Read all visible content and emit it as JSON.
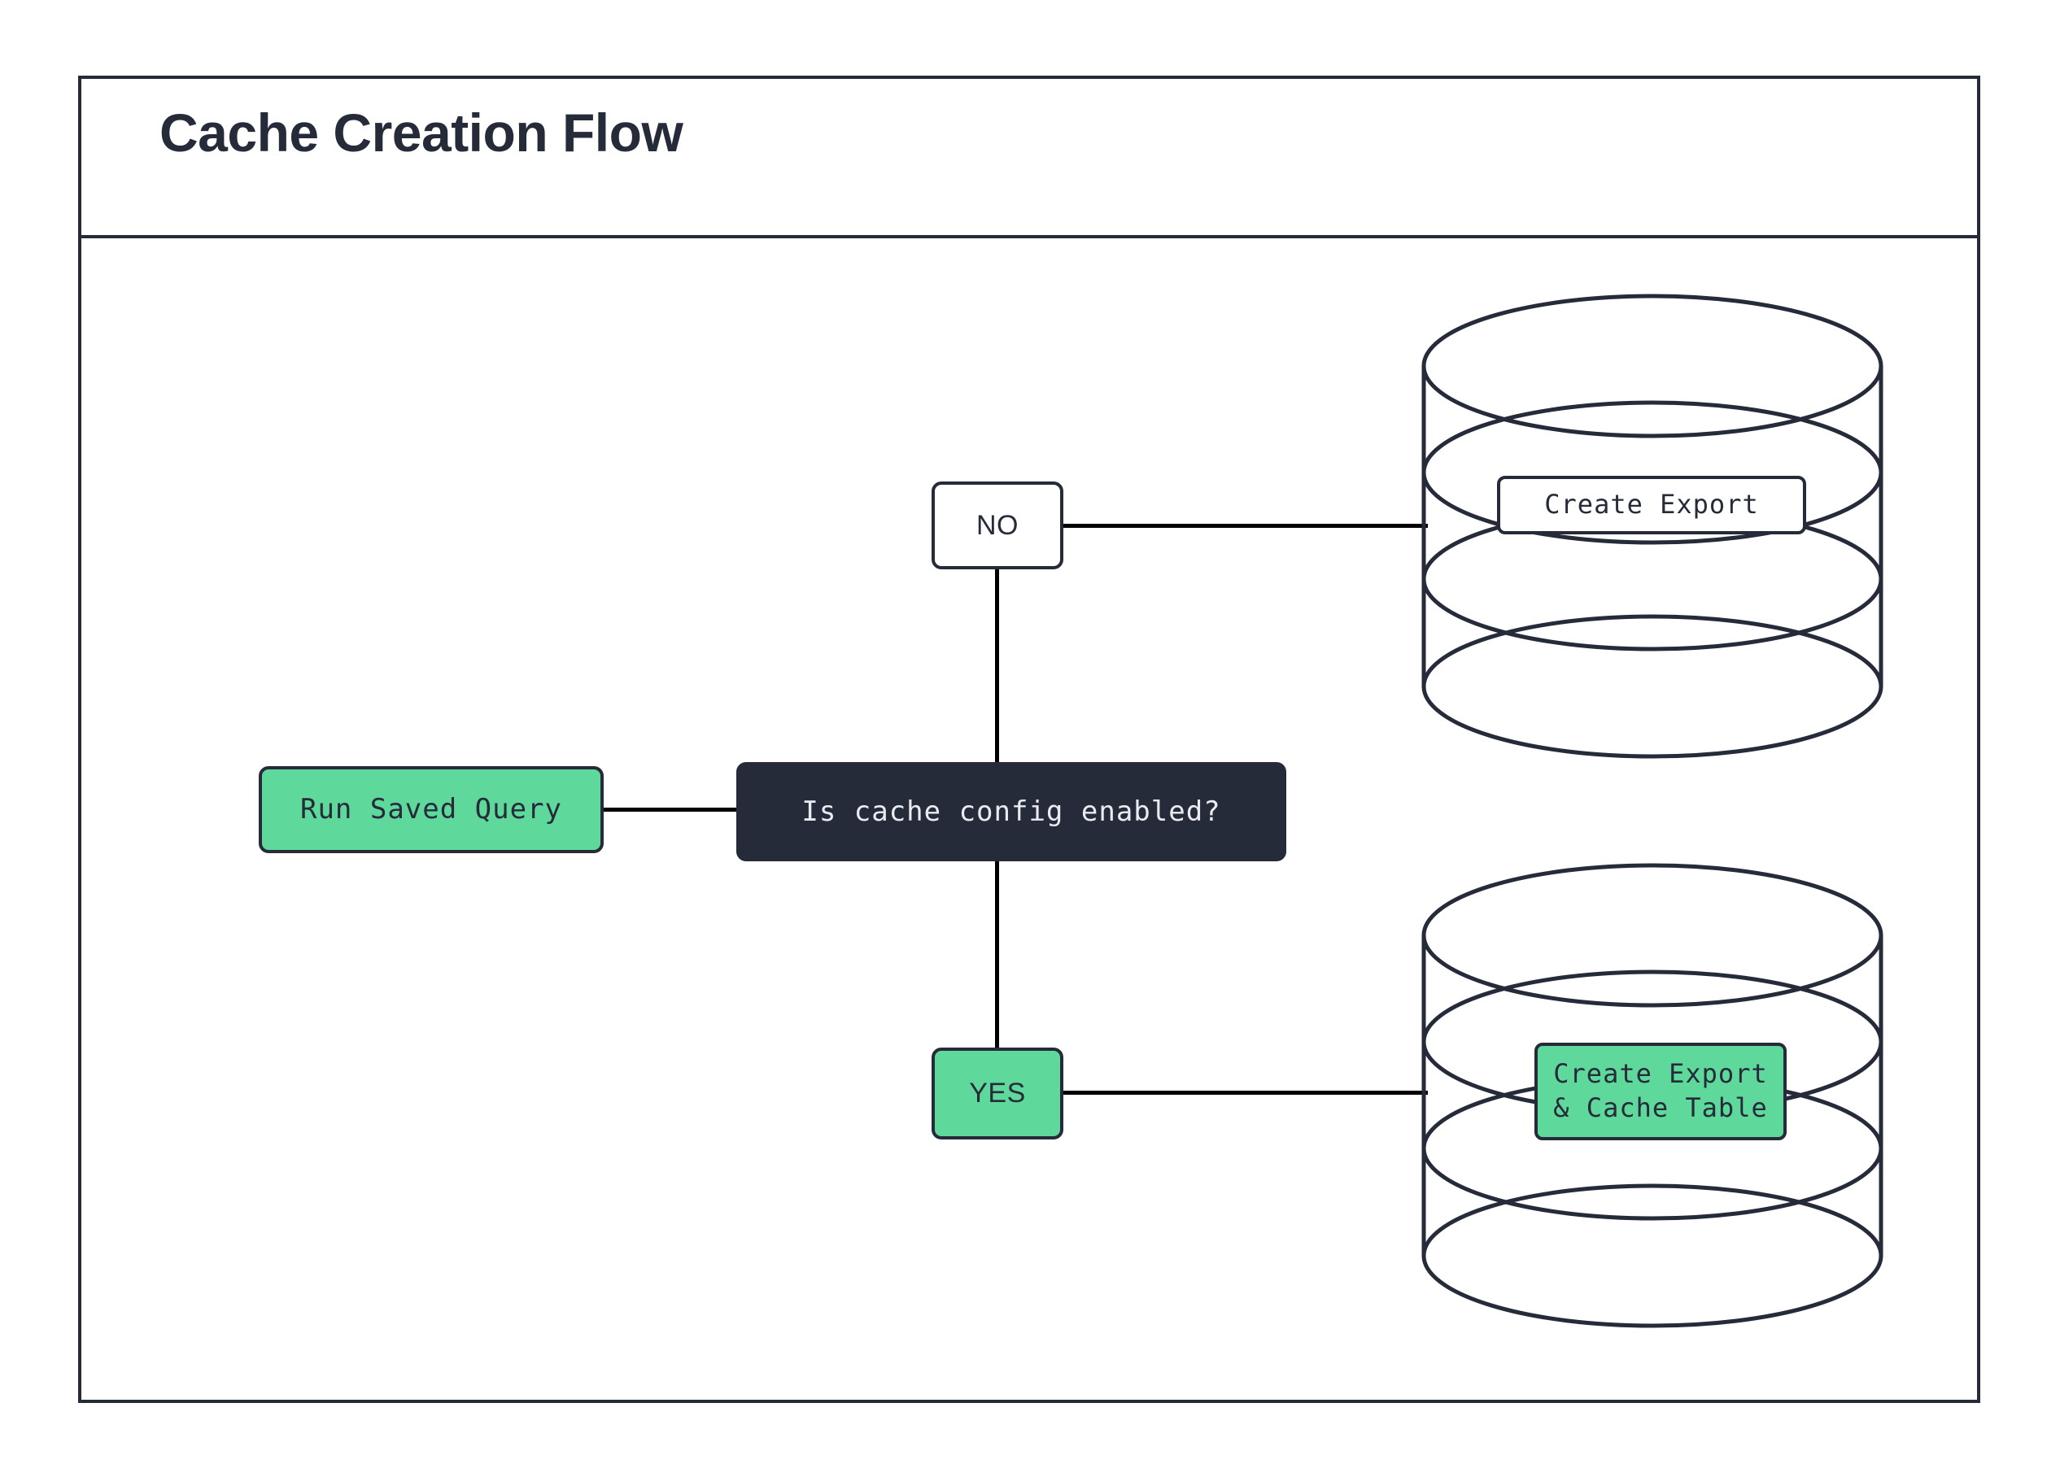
{
  "diagram": {
    "title": "Cache Creation Flow",
    "background_color": "#ffffff",
    "stroke_color": "#262b3a",
    "accent_green": "#5fd89b",
    "dark_fill": "#262b3a",
    "light_text": "#e9ebf1"
  },
  "nodes": {
    "start": {
      "label": "Run Saved Query",
      "shape": "rounded-rect",
      "fill": "#5fd89b"
    },
    "decision": {
      "label": "Is cache config enabled?",
      "shape": "rounded-rect",
      "fill": "#262b3a"
    },
    "branch_no": {
      "label": "NO",
      "shape": "rounded-rect",
      "fill": "#ffffff"
    },
    "branch_yes": {
      "label": "YES",
      "shape": "rounded-rect",
      "fill": "#5fd89b"
    },
    "db_no": {
      "label": "Create Export",
      "shape": "database-cylinder",
      "label_fill": "#ffffff"
    },
    "db_yes": {
      "label": "Create Export\n& Cache Table",
      "shape": "database-cylinder",
      "label_fill": "#5fd89b"
    }
  },
  "edges": [
    {
      "from": "start",
      "to": "decision"
    },
    {
      "from": "decision",
      "to": "branch_no"
    },
    {
      "from": "decision",
      "to": "branch_yes"
    },
    {
      "from": "branch_no",
      "to": "db_no"
    },
    {
      "from": "branch_yes",
      "to": "db_yes"
    }
  ]
}
